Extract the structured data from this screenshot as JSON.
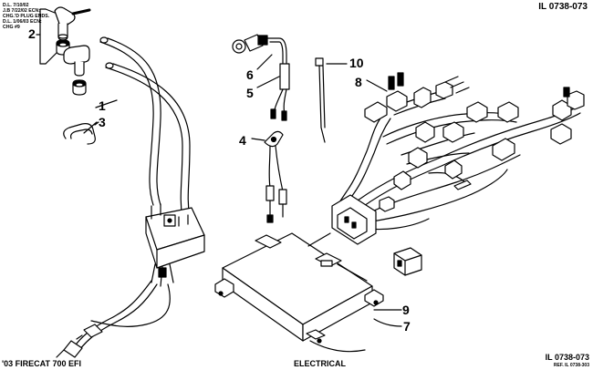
{
  "header": {
    "illustration_id": "IL 0738-073",
    "revision_notes": [
      "D.L. 7/10/02",
      "J.B 7/22/02 ECN:",
      "CHG.'D PLUG ENDS.",
      "D.L. 1/06/03 ECN:",
      "CHG #9"
    ]
  },
  "footer": {
    "model": "'03 FIRECAT 700 EFI",
    "section": "ELECTRICAL",
    "illustration_id": "IL 0738-073",
    "reference": "REF. IL 0738-303"
  },
  "callouts": [
    "1",
    "2",
    "3",
    "4",
    "5",
    "6",
    "7",
    "8",
    "9",
    "10"
  ]
}
